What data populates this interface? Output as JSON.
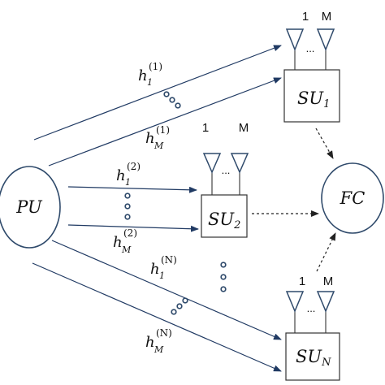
{
  "nodes": {
    "pu": "PU",
    "fc": "FC",
    "su1": {
      "main": "SU",
      "sub": "1"
    },
    "su2": {
      "main": "SU",
      "sub": "2"
    },
    "sun": {
      "main": "SU",
      "sub": "N"
    }
  },
  "antennas": {
    "su1": {
      "first": "1",
      "last": "M",
      "ellipsis": "..."
    },
    "su2": {
      "first": "1",
      "last": "M",
      "ellipsis": "..."
    },
    "sun": {
      "first": "1",
      "last": "M",
      "ellipsis": "..."
    }
  },
  "channels": {
    "h11": {
      "main": "h",
      "sub": "1",
      "sup": "(1)"
    },
    "hm1": {
      "main": "h",
      "sub": "M",
      "sup": "(1)"
    },
    "h12": {
      "main": "h",
      "sub": "1",
      "sup": "(2)"
    },
    "hm2": {
      "main": "h",
      "sub": "M",
      "sup": "(2)"
    },
    "h1n": {
      "main": "h",
      "sub": "1",
      "sup": "(N)"
    },
    "hmn": {
      "main": "h",
      "sub": "M",
      "sup": "(N)"
    }
  },
  "colors": {
    "node_border": "#2f4a6b",
    "arrow": "#203a63",
    "dashed_arrow": "#222222"
  }
}
